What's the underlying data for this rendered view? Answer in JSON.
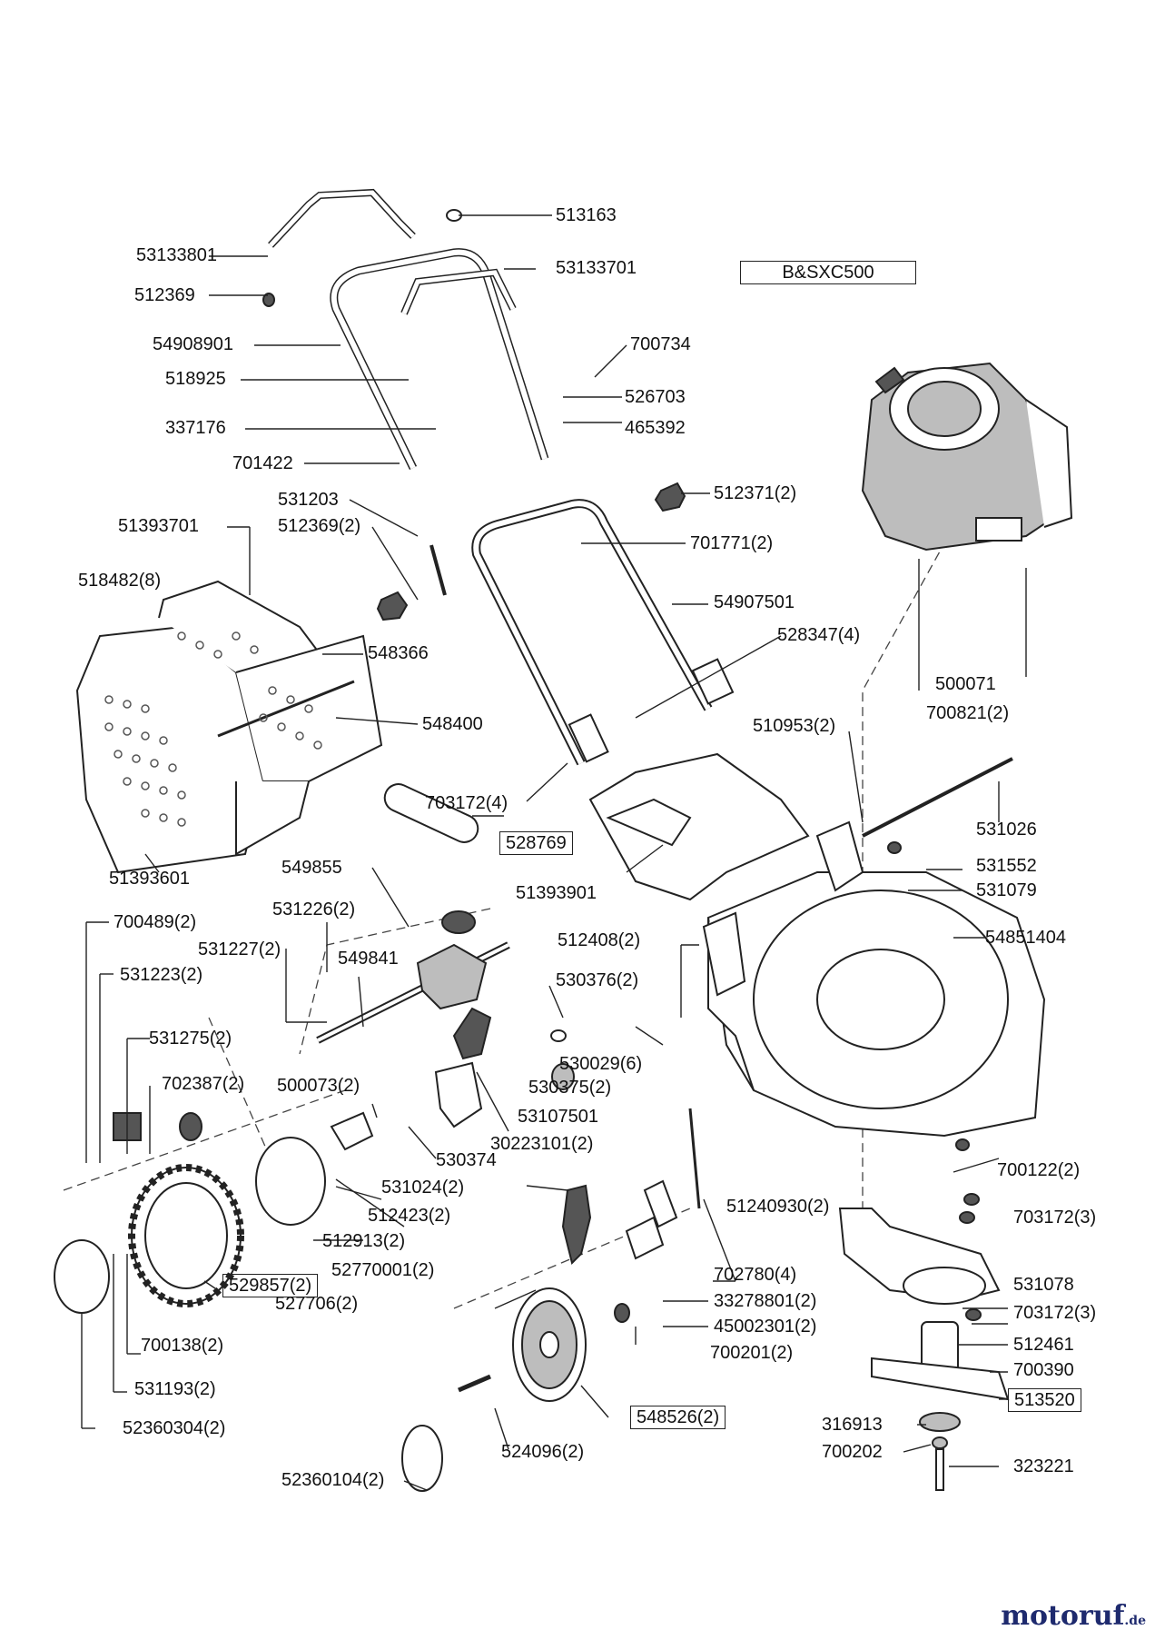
{
  "labels": {
    "p513163": "513163",
    "p53133801": "53133801",
    "p53133701": "53133701",
    "p512369": "512369",
    "p54908901": "54908901",
    "p700734": "700734",
    "p518925": "518925",
    "p526703": "526703",
    "p337176": "337176",
    "p465392": "465392",
    "p701422": "701422",
    "p531203": "531203",
    "p512371_2": "512371(2)",
    "p512369_2": "512369(2)",
    "p51393701": "51393701",
    "p701771_2": "701771(2)",
    "p518482_8": "518482(8)",
    "p54907501": "54907501",
    "p548366": "548366",
    "p528347_4": "528347(4)",
    "p548400": "548400",
    "p703172_4": "703172(4)",
    "p510953_2": "510953(2)",
    "p531026": "531026",
    "p51393601": "51393601",
    "p528769": "528769",
    "p549855": "549855",
    "p51393901": "51393901",
    "p531552": "531552",
    "p531079": "531079",
    "p700489_2": "700489(2)",
    "p531226_2": "531226(2)",
    "p531227_2": "531227(2)",
    "p549841": "549841",
    "p512408_2": "512408(2)",
    "p54851404": "54851404",
    "p531223_2": "531223(2)",
    "p530376_2": "530376(2)",
    "p531275_2": "531275(2)",
    "p530029_6": "530029(6)",
    "p702387_2": "702387(2)",
    "p500073_2": "500073(2)",
    "p530375_2": "530375(2)",
    "p53107501": "53107501",
    "p530374": "530374",
    "p30223101_2": "30223101(2)",
    "p700122_2": "700122(2)",
    "p531024_2": "531024(2)",
    "p512423_2": "512423(2)",
    "p51240930_2": "51240930(2)",
    "p703172_3a": "703172(3)",
    "p512913_2": "512913(2)",
    "p52770001_2": "52770001(2)",
    "p529857_2": "529857(2)",
    "p527706_2": "527706(2)",
    "p702780_4": "702780(4)",
    "p531078": "531078",
    "p33278801_2": "33278801(2)",
    "p45002301_2": "45002301(2)",
    "p703172_3b": "703172(3)",
    "p700138_2": "700138(2)",
    "p700201_2": "700201(2)",
    "p512461": "512461",
    "p700390": "700390",
    "p531193_2": "531193(2)",
    "p513520": "513520",
    "p548526_2": "548526(2)",
    "p316913": "316913",
    "p52360304_2": "52360304(2)",
    "p700202": "700202",
    "p524096_2": "524096(2)",
    "p323221": "323221",
    "p52360104_2": "52360104(2)",
    "p500071": "500071",
    "p700821_2": "700821(2)",
    "engine": "B&SXC500"
  },
  "brand": {
    "name": "motoruf",
    "suffix": ".de",
    "color": "#1e2a6e"
  }
}
